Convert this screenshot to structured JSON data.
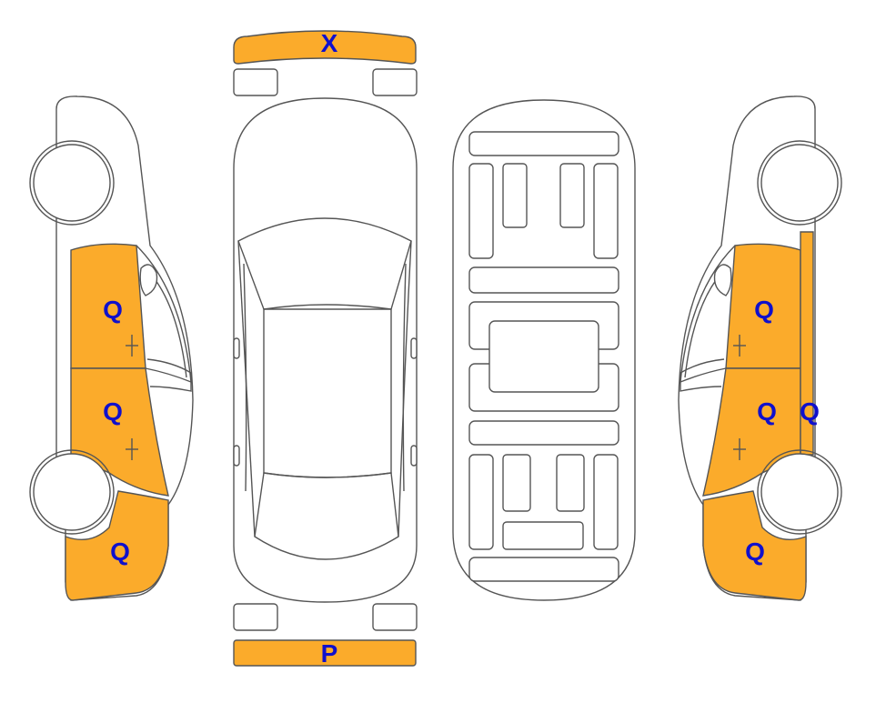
{
  "colors": {
    "highlight": "#FBAB2B",
    "label": "#1010CC",
    "outline": "#555555",
    "background": "#FFFFFF"
  },
  "labels": {
    "front_bumper": "X",
    "rear_bumper": "P",
    "left_front_door": "Q",
    "left_rear_door": "Q",
    "left_rear_quarter": "Q",
    "right_front_door": "Q",
    "right_rear_door": "Q",
    "right_rocker": "Q",
    "right_rear_quarter": "Q"
  }
}
